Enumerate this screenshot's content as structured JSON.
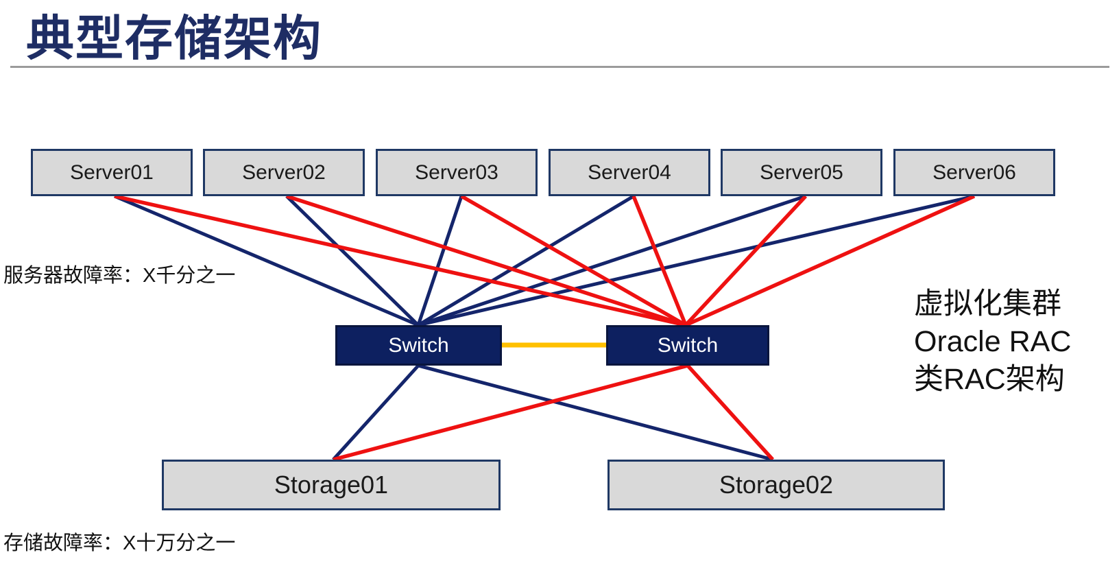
{
  "page_title": "典型存储架构",
  "colors": {
    "navy": "#14256b",
    "red": "#ee1111",
    "yellow": "#ffc000",
    "box_fill": "#d9d9d9",
    "box_border": "#1f3864",
    "switch_fill": "#0d2060",
    "title_color": "#1e2d64",
    "divider_gray": "#9b9b9b"
  },
  "servers": [
    {
      "label": "Server01"
    },
    {
      "label": "Server02"
    },
    {
      "label": "Server03"
    },
    {
      "label": "Server04"
    },
    {
      "label": "Server05"
    },
    {
      "label": "Server06"
    }
  ],
  "switches": [
    {
      "label": "Switch"
    },
    {
      "label": "Switch"
    }
  ],
  "storages": [
    {
      "label": "Storage01"
    },
    {
      "label": "Storage02"
    }
  ],
  "annotations": {
    "server_failure_rate": "服务器故障率：X千分之一",
    "storage_failure_rate": "存储故障率：X十万分之一",
    "cluster_note_lines": [
      "虚拟化集群",
      "Oracle RAC",
      "类RAC架构"
    ]
  },
  "links": [
    {
      "from": "server-1",
      "to": "switch-1",
      "color": "navy"
    },
    {
      "from": "server-2",
      "to": "switch-1",
      "color": "navy"
    },
    {
      "from": "server-3",
      "to": "switch-1",
      "color": "navy"
    },
    {
      "from": "server-4",
      "to": "switch-1",
      "color": "navy"
    },
    {
      "from": "server-5",
      "to": "switch-1",
      "color": "navy"
    },
    {
      "from": "server-6",
      "to": "switch-1",
      "color": "navy"
    },
    {
      "from": "switch-1",
      "to": "storage-1",
      "color": "navy"
    },
    {
      "from": "switch-1",
      "to": "storage-2",
      "color": "navy"
    },
    {
      "from": "server-1",
      "to": "switch-2",
      "color": "red"
    },
    {
      "from": "server-2",
      "to": "switch-2",
      "color": "red"
    },
    {
      "from": "server-3",
      "to": "switch-2",
      "color": "red"
    },
    {
      "from": "server-4",
      "to": "switch-2",
      "color": "red"
    },
    {
      "from": "server-5",
      "to": "switch-2",
      "color": "red"
    },
    {
      "from": "server-6",
      "to": "switch-2",
      "color": "red"
    },
    {
      "from": "switch-2",
      "to": "storage-1",
      "color": "red"
    },
    {
      "from": "switch-2",
      "to": "storage-2",
      "color": "red"
    },
    {
      "from": "switch-1",
      "to": "switch-2",
      "color": "yellow"
    }
  ]
}
